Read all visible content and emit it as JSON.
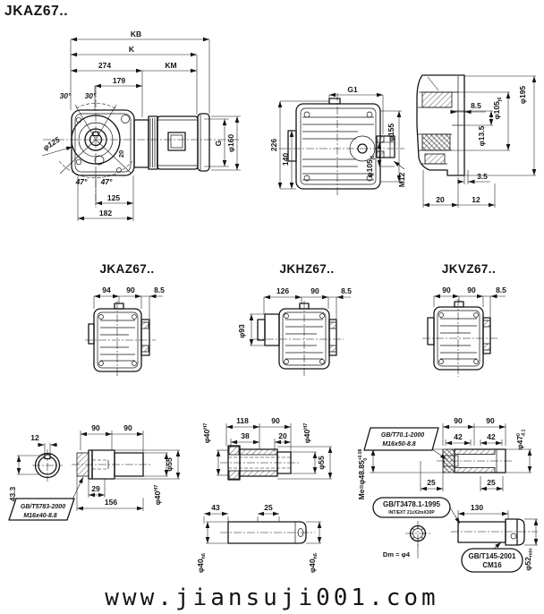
{
  "title": "JKAZ67..",
  "watermark": {
    "text": "www.jiansuji001.com",
    "color": "#8d9cf0"
  },
  "main_view": {
    "kb": "KB",
    "k": "K",
    "d274": "274",
    "km": "KM",
    "d179": "179",
    "ang30l": "30°",
    "ang30r": "30°",
    "phi125": "φ125",
    "d20": "20",
    "ang47l": "47°",
    "ang47r": "47°",
    "d125": "125",
    "d182": "182",
    "g": "G",
    "phi160": "φ160"
  },
  "side_view": {
    "g1": "G1",
    "d226": "226",
    "d140": "140",
    "phi155": "φ155",
    "phi105": "φ105",
    "phi105_fit": "j6",
    "m12": "M12"
  },
  "section_view": {
    "d85": "8.5",
    "phi105": "φ105",
    "phi105_fit": "j6",
    "phi13_5": "φ13.5",
    "phi195": "φ195",
    "d35": "3.5",
    "d20": "20",
    "d12": "12"
  },
  "variants": {
    "a": {
      "label": "JKAZ67..",
      "d1": "94",
      "d2": "90",
      "d3": "8.5"
    },
    "h": {
      "label": "JKHZ67..",
      "d1": "126",
      "d2": "90",
      "d3": "8.5",
      "phi93": "φ93"
    },
    "v": {
      "label": "JKVZ67..",
      "d1": "90",
      "d2": "90",
      "d3": "8.5"
    }
  },
  "shaft_left": {
    "d12": "12",
    "d43_3": "43.3",
    "callout_line1": "GB/T5783-2000",
    "callout_line2": "M16x40-8.8",
    "d90a": "90",
    "d90b": "90",
    "phi55": "φ55",
    "phi40": "φ40",
    "phi40_fit": "H7",
    "d29": "29",
    "d156": "156"
  },
  "shaft_mid": {
    "d118": "118",
    "d90": "90",
    "d38": "38",
    "d20": "20",
    "phi40_left": "φ40",
    "phi40_left_fit": "H7",
    "phi40_right": "φ40",
    "phi40_right_fit": "H7",
    "phi55": "φ55",
    "d43": "43",
    "d25": "25",
    "phi40_bot_left": "φ40",
    "phi40_bot_left_fit": "h6",
    "phi40_bot_right": "φ40",
    "phi40_bot_right_fit": "h6"
  },
  "shaft_right": {
    "me": "Me=φ48.85",
    "me_sup": "+0.08",
    "me_sub": "0",
    "callout1_line1": "GB/T70.1-2000",
    "callout1_line2": "M16x50-8.8",
    "d90a": "90",
    "d90b": "90",
    "d42a": "42",
    "d42b": "42",
    "phi47": "φ47",
    "phi47_sup": "0",
    "phi47_sub": "-0.1",
    "d25a": "25",
    "d25b": "25",
    "callout2_line1": "GB/T3478.1-1995",
    "callout2_line2": "INT/EXT 21zX2mX30P",
    "d130": "130",
    "dm": "Dm = φ4",
    "callout3_line1": "GB/T145-2001",
    "callout3_line2": "CM16",
    "phi52": "φ52",
    "phi52_suffix": "min"
  }
}
